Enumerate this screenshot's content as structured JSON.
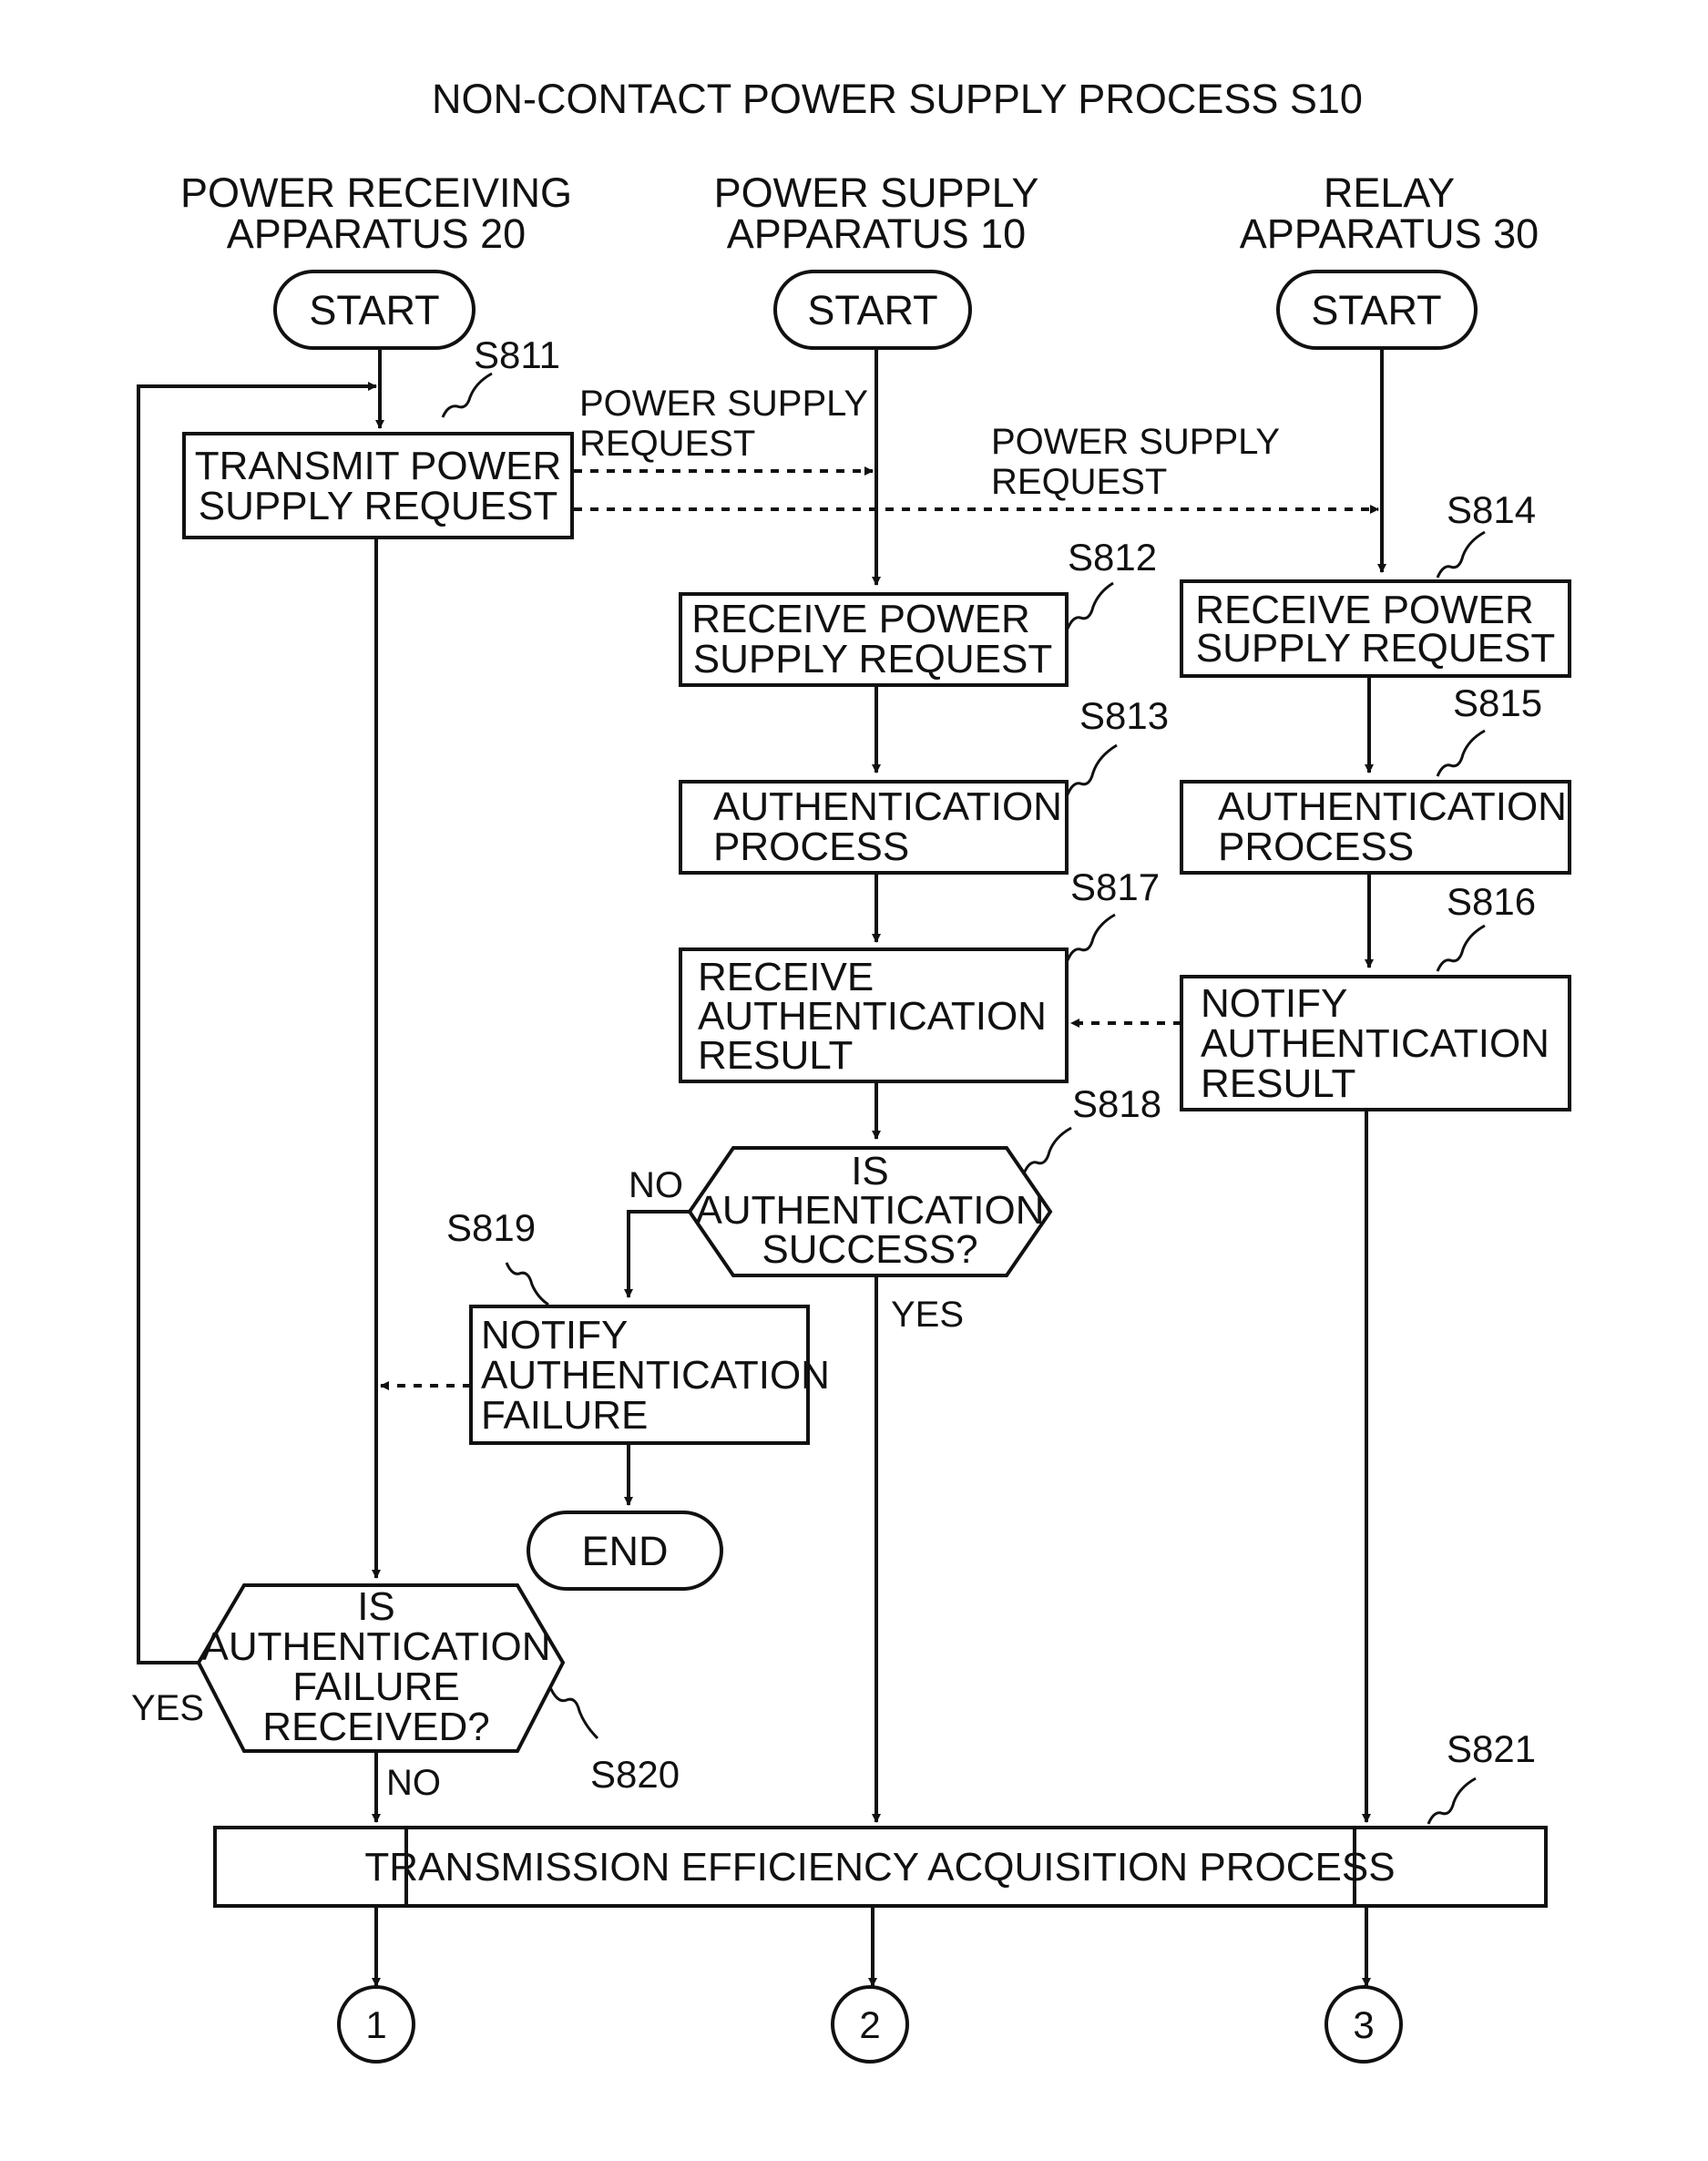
{
  "title": "NON-CONTACT POWER SUPPLY PROCESS S10",
  "lanes": {
    "receiving": [
      "POWER RECEIVING",
      "APPARATUS 20"
    ],
    "supply": [
      "POWER SUPPLY",
      "APPARATUS 10"
    ],
    "relay": [
      "RELAY",
      "APPARATUS 30"
    ]
  },
  "terminals": {
    "start": "START",
    "end": "END"
  },
  "steps": {
    "s811": {
      "code": "S811",
      "lines": [
        "TRANSMIT POWER",
        "SUPPLY REQUEST"
      ]
    },
    "s812": {
      "code": "S812",
      "lines": [
        "RECEIVE POWER",
        "SUPPLY REQUEST"
      ]
    },
    "s813": {
      "code": "S813",
      "lines": [
        "AUTHENTICATION",
        "PROCESS"
      ]
    },
    "s814": {
      "code": "S814",
      "lines": [
        "RECEIVE POWER",
        "SUPPLY REQUEST"
      ]
    },
    "s815": {
      "code": "S815",
      "lines": [
        "AUTHENTICATION",
        "PROCESS"
      ]
    },
    "s816": {
      "code": "S816",
      "lines": [
        "NOTIFY",
        "AUTHENTICATION",
        "RESULT"
      ]
    },
    "s817": {
      "code": "S817",
      "lines": [
        "RECEIVE",
        "AUTHENTICATION",
        "RESULT"
      ]
    },
    "s818": {
      "code": "S818",
      "lines": [
        "IS",
        "AUTHENTICATION",
        "SUCCESS?"
      ]
    },
    "s819": {
      "code": "S819",
      "lines": [
        "NOTIFY",
        "AUTHENTICATION",
        "FAILURE"
      ]
    },
    "s820": {
      "code": "S820",
      "lines": [
        "IS",
        "AUTHENTICATION",
        "FAILURE",
        "RECEIVED?"
      ]
    },
    "s821": {
      "code": "S821",
      "text": "TRANSMISSION EFFICIENCY ACQUISITION PROCESS"
    }
  },
  "messages": {
    "to_supply": [
      "POWER SUPPLY",
      "REQUEST"
    ],
    "to_relay": [
      "POWER SUPPLY",
      "REQUEST"
    ]
  },
  "branch_labels": {
    "s818_no": "NO",
    "s818_yes": "YES",
    "s820_yes": "YES",
    "s820_no": "NO"
  },
  "connectors": [
    "1",
    "2",
    "3"
  ]
}
